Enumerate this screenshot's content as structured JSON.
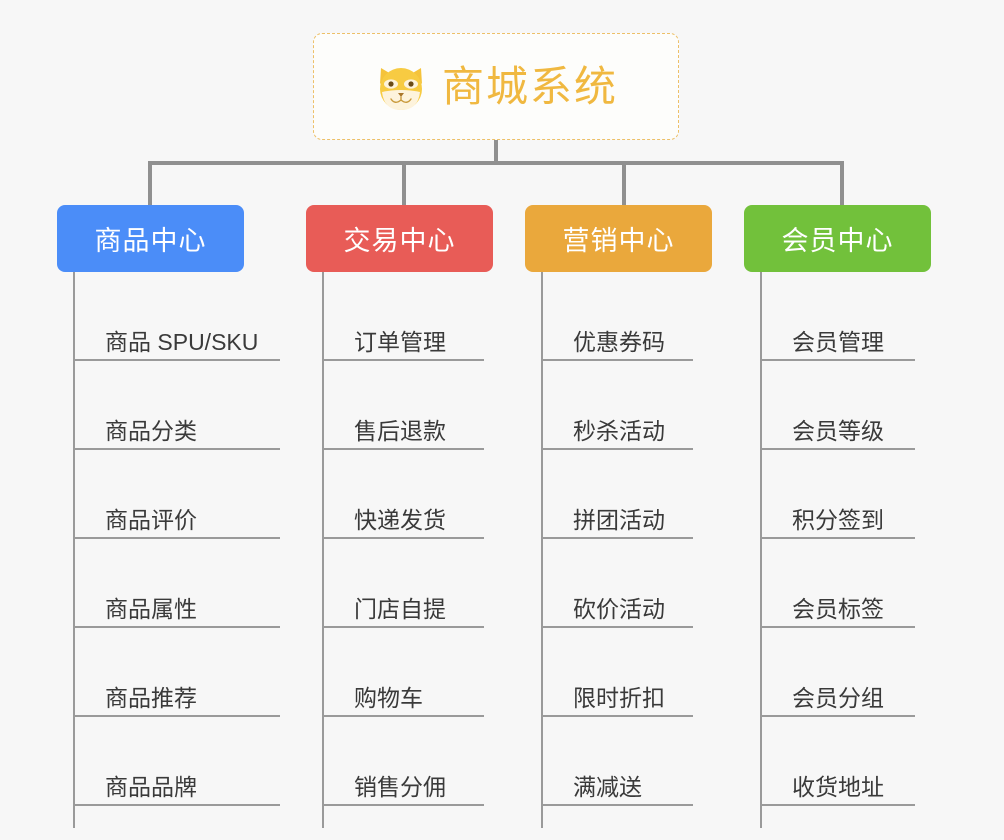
{
  "diagram": {
    "type": "mind-map",
    "background": "#f7f7f7",
    "root": {
      "title": "商城系统",
      "icon": "shiba-dog-face-icon",
      "text_color": "#f0b840",
      "border_color": "#edc068"
    },
    "categories": [
      {
        "label": "商品中心",
        "color": "#4b8df8",
        "items": [
          "商品 SPU/SKU",
          "商品分类",
          "商品评价",
          "商品属性",
          "商品推荐",
          "商品品牌"
        ]
      },
      {
        "label": "交易中心",
        "color": "#e85c57",
        "items": [
          "订单管理",
          "售后退款",
          "快递发货",
          "门店自提",
          "购物车",
          "销售分佣"
        ]
      },
      {
        "label": "营销中心",
        "color": "#eaa83c",
        "items": [
          "优惠券码",
          "秒杀活动",
          "拼团活动",
          "砍价活动",
          "限时折扣",
          "满减送"
        ]
      },
      {
        "label": "会员中心",
        "color": "#72c13b",
        "items": [
          "会员管理",
          "会员等级",
          "积分签到",
          "会员标签",
          "会员分组",
          "收货地址"
        ]
      }
    ]
  },
  "layout": {
    "card_left": [
      57,
      306,
      525,
      744
    ],
    "card_width": [
      187,
      187,
      187,
      187
    ],
    "drop_left": [
      148,
      402,
      622,
      840
    ],
    "branch_left": [
      73,
      322,
      541,
      760
    ],
    "leaf_width": [
      207,
      162,
      152,
      155
    ]
  }
}
